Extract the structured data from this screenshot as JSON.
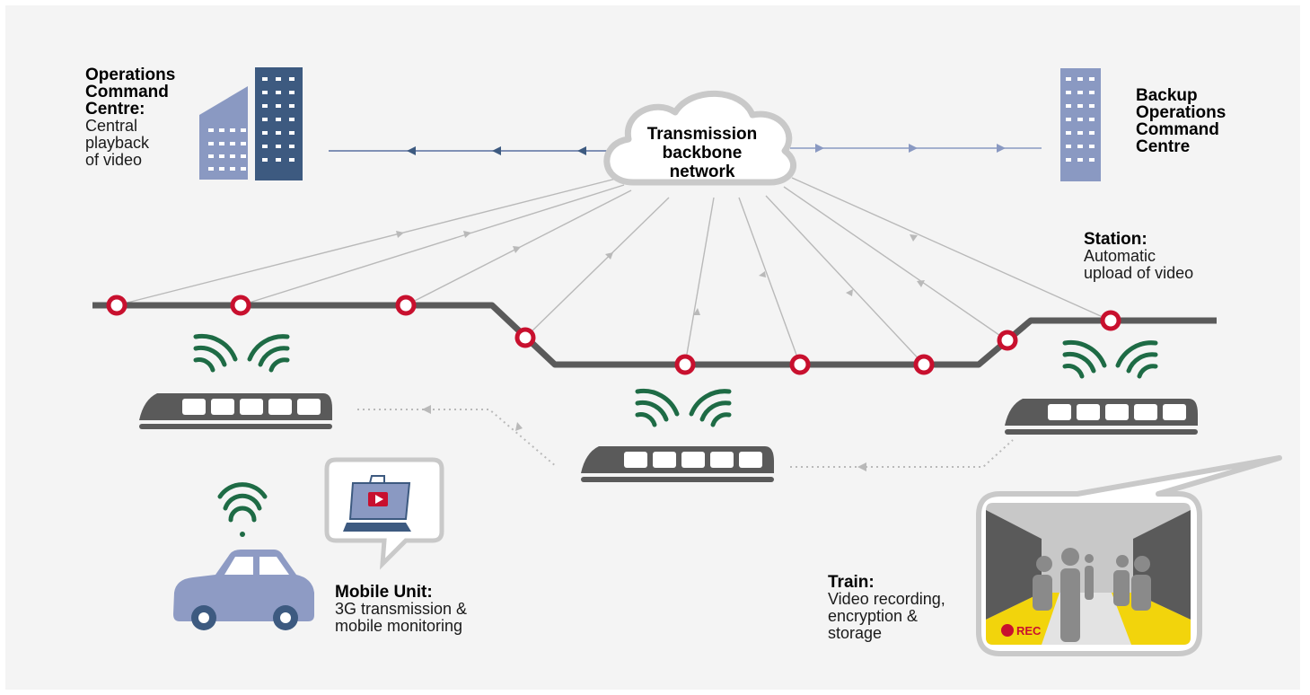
{
  "cloud": {
    "line1": "Transmission",
    "line2": "backbone",
    "line3": "network"
  },
  "ops": {
    "title1": "Operations",
    "title2": "Command",
    "title3": "Centre:",
    "desc1": "Central",
    "desc2": "playback",
    "desc3": "of video"
  },
  "backup": {
    "line1": "Backup",
    "line2": "Operations",
    "line3": "Command",
    "line4": "Centre"
  },
  "station": {
    "title": "Station:",
    "desc1": "Automatic",
    "desc2": "upload of video"
  },
  "mobile": {
    "title": "Mobile Unit:",
    "desc1": "3G transmission &",
    "desc2": "mobile monitoring"
  },
  "train": {
    "title": "Train:",
    "desc1": "Video recording,",
    "desc2": "encryption &",
    "desc3": "storage"
  },
  "rec": {
    "label": "REC"
  },
  "colors": {
    "track": "#5a5a5a",
    "station": "#c8102e",
    "wifi": "#1e6b45",
    "building_dark": "#3d5a80",
    "building_light": "#8a99c2",
    "accent_yellow": "#f2d40c",
    "car": "#8e9bc4"
  },
  "icons": [
    "cloud-icon",
    "building-icon",
    "train-icon",
    "wifi-icon",
    "car-icon",
    "laptop-icon",
    "play-icon",
    "rec-icon"
  ]
}
